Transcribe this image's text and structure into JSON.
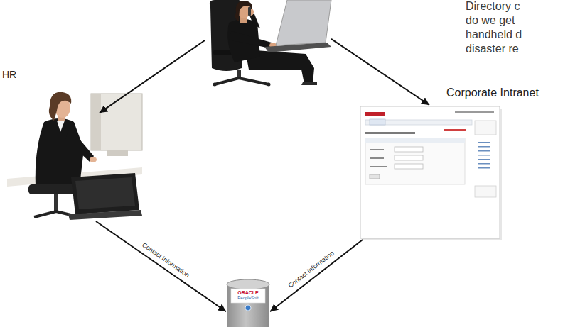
{
  "diagram": {
    "nodes": [
      {
        "text": []
      },
      {
        "text": [
          "HR"
        ]
      },
      {
        "text": [
          "Corporate Intranet"
        ]
      },
      {
        "text": [
          "ORACLE",
          "PeopleSoft"
        ]
      }
    ],
    "edges": [
      {
        "from": 0,
        "to": 1,
        "arrow": "to"
      },
      {
        "from": 0,
        "to": 2,
        "arrow": "to"
      },
      {
        "from": 1,
        "to": 3,
        "label": "Contact Information",
        "arrow": "to"
      },
      {
        "from": 2,
        "to": 3,
        "label": "Contact Information",
        "arrow": "to"
      }
    ],
    "labels": [
      "Directory c",
      "do we get",
      "handheld d",
      "disaster re"
    ]
  }
}
